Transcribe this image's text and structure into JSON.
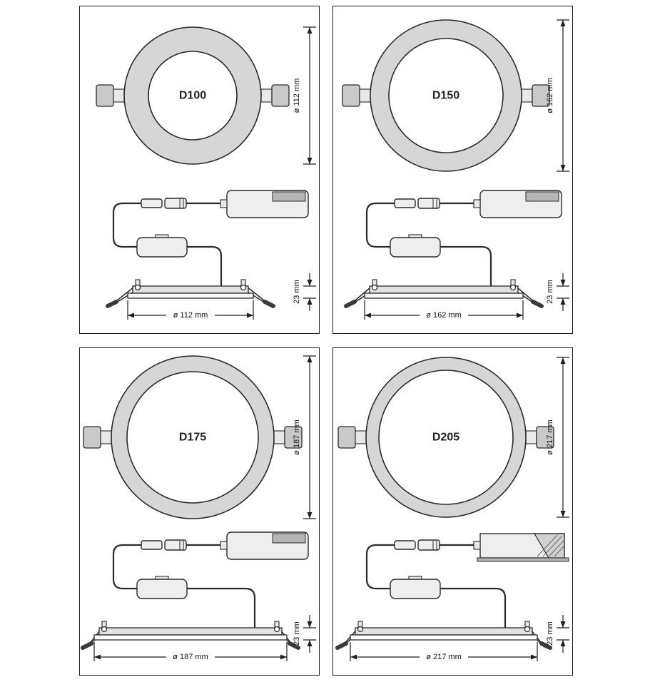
{
  "page": {
    "background": "#ffffff",
    "border_color": "#1c1c1c"
  },
  "colors": {
    "stroke": "#2b2b2b",
    "ring_fill": "#d6d6d6",
    "component_fill": "#eeeeee",
    "clip_fill": "#c9c9c9",
    "driver_label_fill": "#b5b5b5"
  },
  "panels": [
    {
      "model": "D100",
      "diameter_label": "ø 112 mm",
      "height_label": "23 mm",
      "width_label": "ø 112 mm"
    },
    {
      "model": "D150",
      "diameter_label": "ø 162 mm",
      "height_label": "23 mm",
      "width_label": "ø 162 mm"
    },
    {
      "model": "D175",
      "diameter_label": "ø 187 mm",
      "height_label": "23 mm",
      "width_label": "ø 187 mm"
    },
    {
      "model": "D205",
      "diameter_label": "ø 217 mm",
      "height_label": "23 mm",
      "width_label": "ø 217 mm"
    }
  ]
}
